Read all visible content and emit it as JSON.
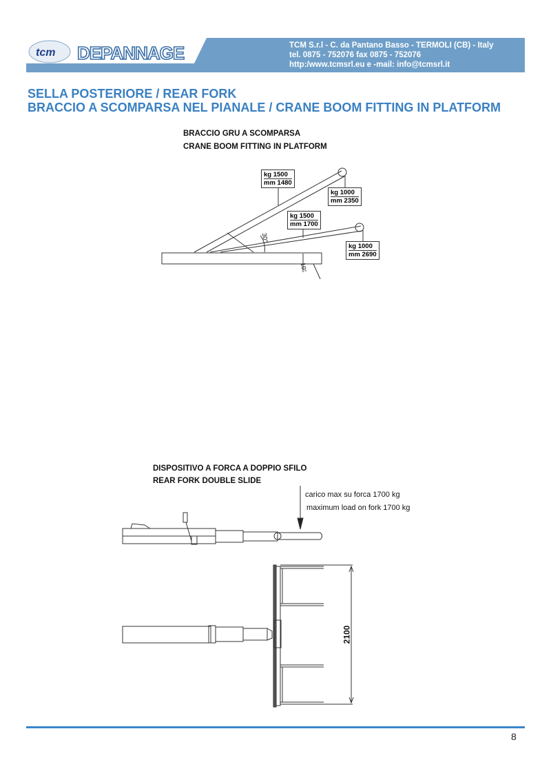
{
  "header": {
    "logo_text": "tcm",
    "brand": "DEPANNAGE",
    "contact_lines": [
      "TCM S.r.l - C. da Pantano Basso - TERMOLI (CB) - Italy",
      "tel. 0875 - 752076   fax 0875 - 752076",
      "http:/www.tcmsrl.eu  e -mail: info@tcmsrl.it"
    ],
    "band_color": "#6f9fc8"
  },
  "titles": [
    "SELLA POSTERIORE / REAR FORK",
    "BRACCIO A SCOMPARSA NEL PIANALE / CRANE BOOM FITTING IN PLATFORM"
  ],
  "crane_diagram": {
    "title_it": "BRACCIO GRU A SCOMPARSA",
    "title_en": "CRANE BOOM FITTING IN PLATFORM",
    "labels": [
      {
        "kg": "kg 1500",
        "mm": "mm 1480"
      },
      {
        "kg": "kg 1000",
        "mm": "mm 2350"
      },
      {
        "kg": "kg 1500",
        "mm": "mm 1700"
      },
      {
        "kg": "kg 1000",
        "mm": "mm 2690"
      }
    ],
    "angles": [
      "30°",
      "10°"
    ]
  },
  "fork_diagram": {
    "title_it": "DISPOSITIVO A FORCA A DOPPIO SFILO",
    "title_en": "REAR FORK DOUBLE SLIDE",
    "load_it": "carico max su forca 1700 kg",
    "load_en": "maximum load on fork 1700 kg",
    "dimension": "2100"
  },
  "footer": {
    "page_number": "8",
    "rule_color": "#3a86c8"
  }
}
